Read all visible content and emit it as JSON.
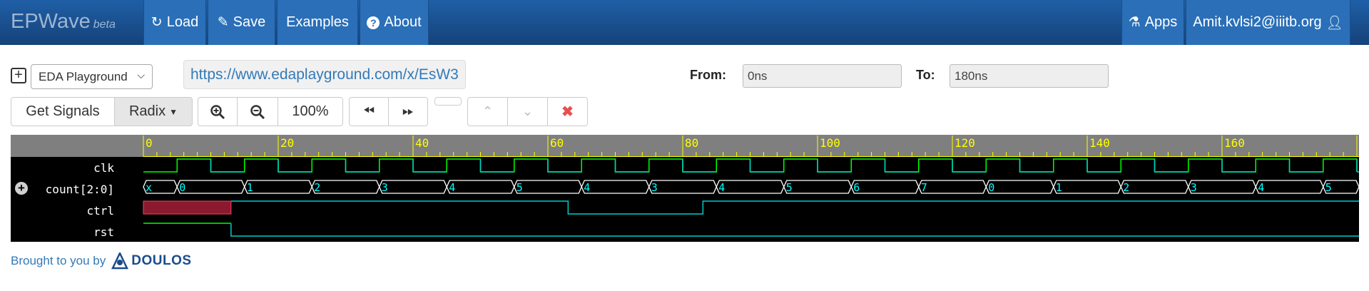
{
  "app": {
    "name": "EPWave",
    "badge": "beta"
  },
  "nav": {
    "load": "Load",
    "save": "Save",
    "examples": "Examples",
    "about": "About",
    "apps": "Apps",
    "user": "Amit.kvlsi2@iiitb.org"
  },
  "toolbar": {
    "site_select": "EDA Playground",
    "url": "https://www.edaplayground.com/x/EsW3",
    "from_label": "From:",
    "from_value": "0ns",
    "to_label": "To:",
    "to_value": "180ns",
    "get_signals": "Get Signals",
    "radix": "Radix",
    "zoom_level": "100%"
  },
  "colors": {
    "ruler_tick": "#ffff00",
    "clk": "#00ff00",
    "count": "#ffffff",
    "count_text": "#00ffff",
    "ctrl": "#00cccc",
    "rst": "#00cccc",
    "ctrl_x_fill": "#8b1a2e",
    "ctrl_x_border": "#ff4060"
  },
  "icons": [
    "refresh-icon",
    "pencil-icon",
    "question-icon",
    "flask-icon",
    "user-icon",
    "plus-square-icon",
    "zoom-in-icon",
    "zoom-out-icon",
    "fast-backward-icon",
    "fast-forward-icon",
    "chevron-up-icon",
    "chevron-down-icon",
    "close-icon",
    "expand-icon"
  ],
  "ruler": {
    "labels": [
      "0",
      "20",
      "40",
      "60",
      "80",
      "100",
      "120",
      "140",
      "160"
    ]
  },
  "signals": [
    {
      "name": "clk"
    },
    {
      "name": "count[2:0]",
      "expandable": true
    },
    {
      "name": "ctrl"
    },
    {
      "name": "rst"
    }
  ],
  "count_values": [
    "x",
    "0",
    "1",
    "2",
    "3",
    "4",
    "5",
    "4",
    "3",
    "4",
    "5",
    "6",
    "7",
    "0",
    "1",
    "2",
    "3",
    "4",
    "5"
  ],
  "footer": {
    "text": "Brought to you by",
    "brand": "DOULOS"
  }
}
